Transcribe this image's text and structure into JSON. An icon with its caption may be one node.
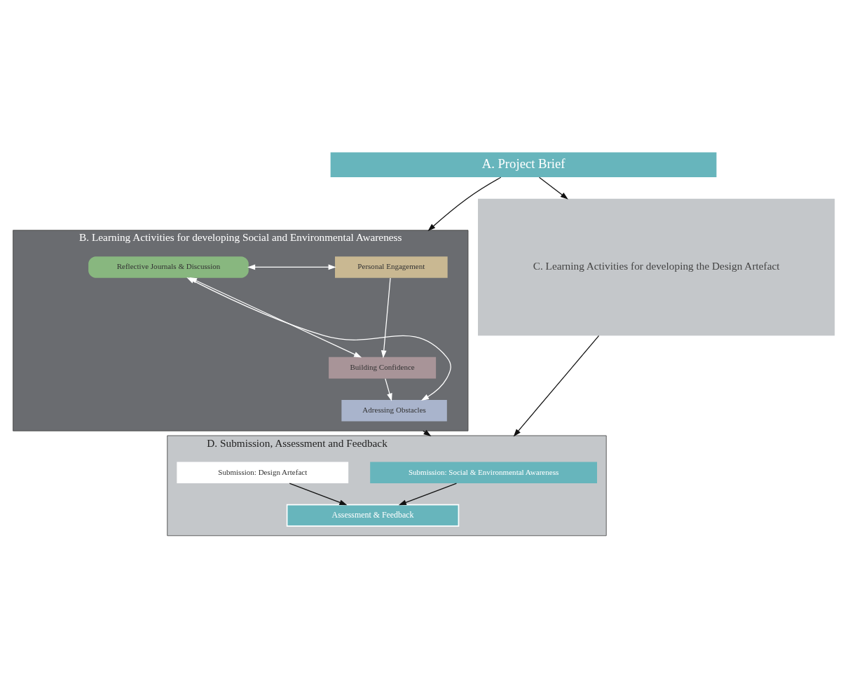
{
  "diagram": {
    "nodes": [
      {
        "text": [
          "A. Project Brief"
        ]
      },
      {
        "text": [
          "B. Learning Activities for developing Social and Environmental Awareness"
        ]
      },
      {
        "text": [
          "Personal Engagement"
        ],
        "in": 1
      },
      {
        "text": [
          "Building Confidence"
        ],
        "in": 1
      },
      {
        "text": [
          "Adressing Obstacles"
        ],
        "in": 1
      },
      {
        "text": [
          "Reflective Journals & Discussion"
        ],
        "in": 1
      },
      {
        "text": [
          "C. Learning Activities for developing the Design Artefact"
        ]
      },
      {
        "text": [
          "D. Submission, Assessment and Feedback"
        ]
      },
      {
        "text": [
          "Submission: Social & Environmental Awareness"
        ],
        "in": 7
      },
      {
        "text": [
          "Submission: Design Artefact"
        ],
        "in": 7
      },
      {
        "text": [
          "Assessment & Feedback"
        ],
        "in": 7
      }
    ],
    "edges": [
      {
        "from": 0,
        "to": 1,
        "arrow": "to"
      },
      {
        "from": 0,
        "to": 6,
        "arrow": "to"
      },
      {
        "from": 2,
        "to": 3,
        "arrow": "to",
        "color": "#ffffff"
      },
      {
        "from": 3,
        "to": 4,
        "arrow": "to",
        "color": "#ffffff"
      },
      {
        "from": 2,
        "to": 5,
        "arrow": "both",
        "color": "#ffffff"
      },
      {
        "from": 3,
        "to": 5,
        "arrow": "both",
        "color": "#ffffff"
      },
      {
        "from": 4,
        "to": 5,
        "arrow": "both",
        "color": "#ffffff"
      },
      {
        "from": 1,
        "to": 7,
        "arrow": "to"
      },
      {
        "from": 6,
        "to": 7,
        "arrow": "to"
      },
      {
        "from": 8,
        "to": 10,
        "arrow": "to"
      },
      {
        "from": 9,
        "to": 10,
        "arrow": "to"
      }
    ]
  }
}
